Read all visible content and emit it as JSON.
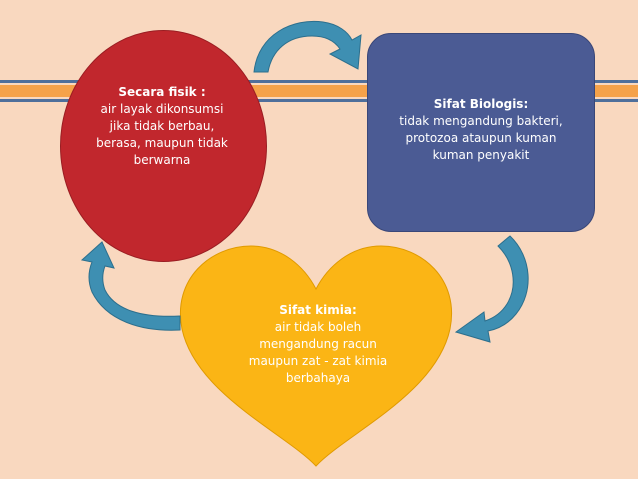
{
  "colors": {
    "background": "#f9d8bf",
    "stripe_blue": "#4f6f9b",
    "stripe_orange": "#f5a24a",
    "circle": "#c1272d",
    "rounded_rect": "#4b5b94",
    "heart": "#fbb515",
    "arrow": "#3e8fb2"
  },
  "fisik": {
    "title": "Secara fisik :",
    "lines": [
      "air layak dikonsumsi",
      "jika tidak berbau,",
      "berasa, maupun tidak",
      "berwarna"
    ]
  },
  "biologis": {
    "title": "Sifat Biologis:",
    "lines": [
      "tidak mengandung bakteri,",
      "protozoa ataupun kuman",
      "kuman penyakit"
    ]
  },
  "kimia": {
    "title": "Sifat kimia:",
    "lines": [
      "air tidak boleh",
      "mengandung racun",
      "maupun zat - zat kimia",
      "berbahaya"
    ]
  },
  "icons": {
    "arrow_top": "curved-arrow-right-icon",
    "arrow_right": "curved-arrow-down-left-icon",
    "arrow_left": "curved-arrow-up-icon"
  }
}
